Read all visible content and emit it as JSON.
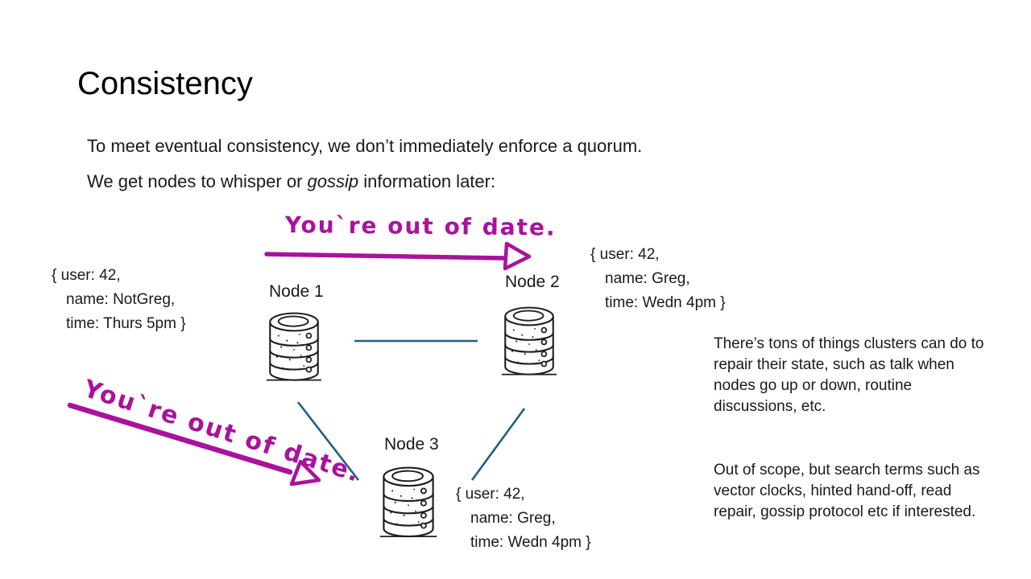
{
  "slide": {
    "title": "Consistency",
    "intro_line1": "To meet eventual consistency, we don’t immediately enforce a quorum.",
    "intro_line2_pre": "We get nodes to whisper or ",
    "intro_line2_italic": "gossip",
    "intro_line2_post": " information later:"
  },
  "annotations": {
    "gossip_message_top": "You`re out of date.",
    "gossip_message_bottom": "You`re out of date.",
    "ink_color": "#A9129D"
  },
  "diagram": {
    "connector_color": "#215E80",
    "nodes": [
      {
        "label": "Node 1",
        "data_lines": [
          "{ user: 42,",
          "name: NotGreg,",
          "time: Thurs 5pm }"
        ]
      },
      {
        "label": "Node 2",
        "data_lines": [
          "{ user: 42,",
          "name: Greg,",
          "time: Wedn 4pm }"
        ]
      },
      {
        "label": "Node 3",
        "data_lines": [
          "{ user: 42,",
          "name: Greg,",
          "time: Wedn 4pm }"
        ]
      }
    ]
  },
  "side_notes": [
    "There’s tons of things clusters can do to repair their state, such as talk when nodes go up or down, routine discussions, etc.",
    "Out of scope, but search terms such as vector clocks, hinted hand-off, read repair, gossip protocol etc if interested."
  ]
}
